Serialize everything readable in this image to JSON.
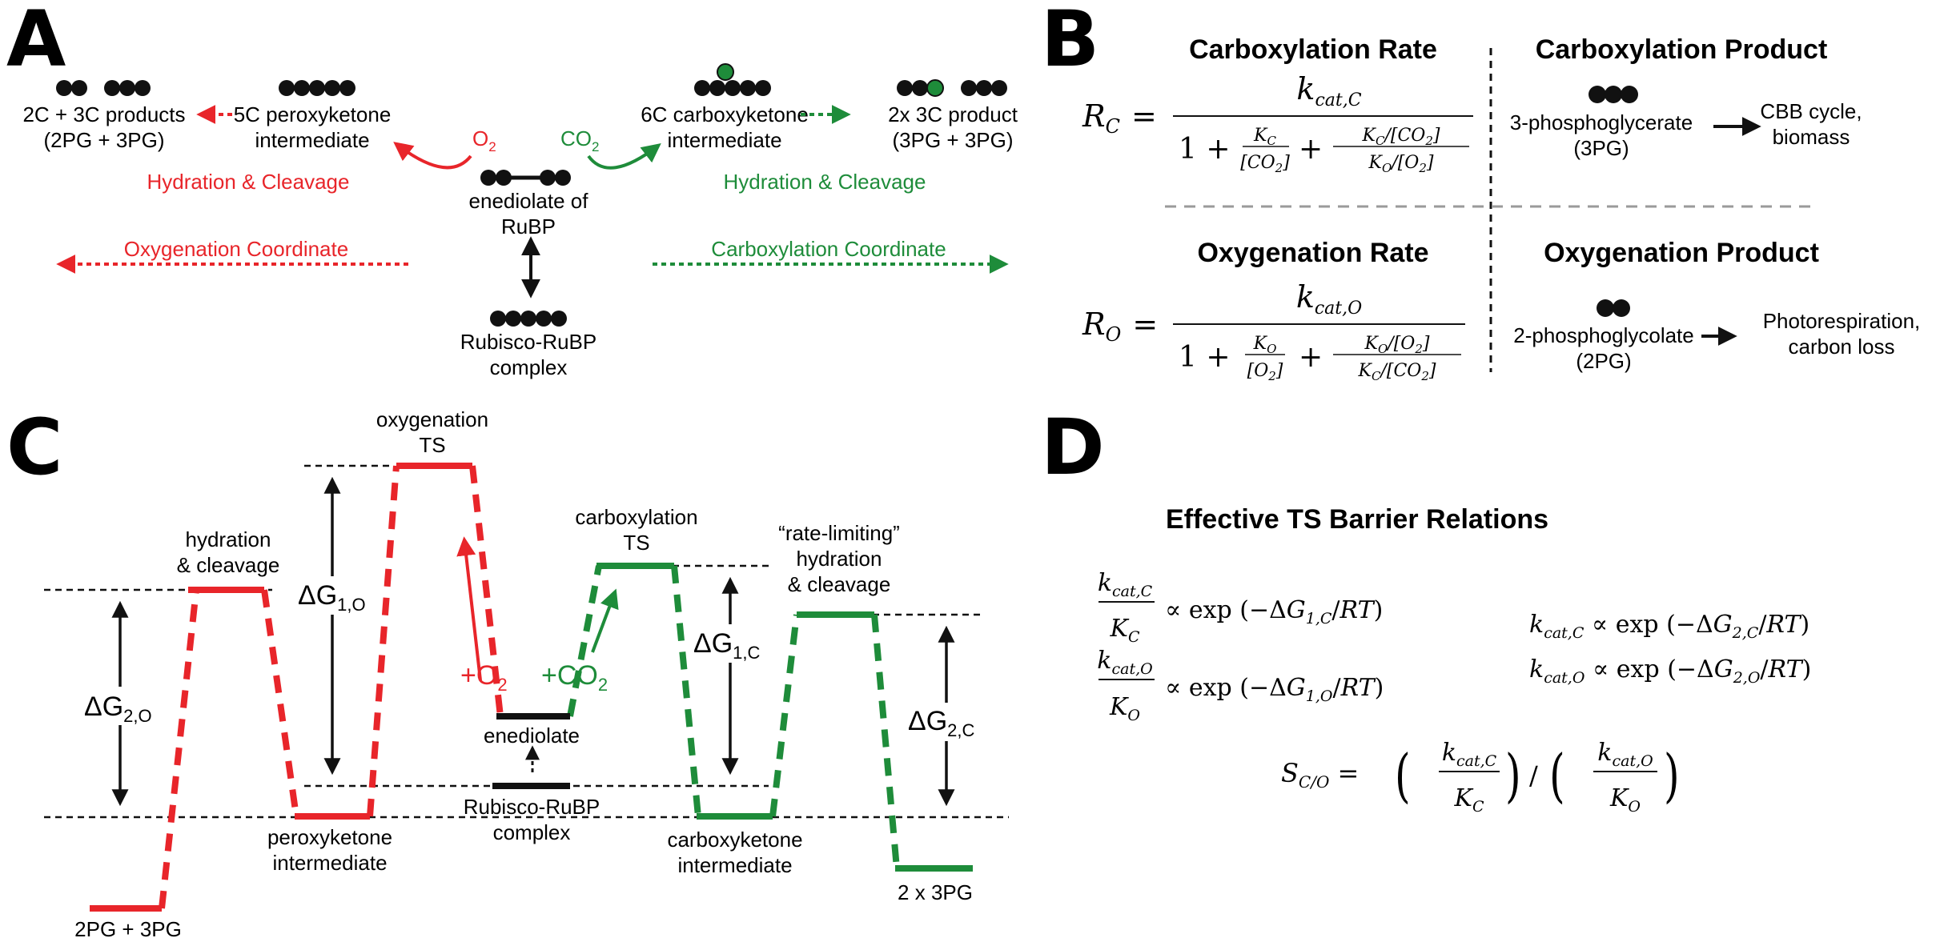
{
  "colors": {
    "red": "#e8252a",
    "green": "#1e8c3a",
    "black": "#111111",
    "gray": "#9a9a9a"
  },
  "panel_a": {
    "label": "A",
    "products_2c3c": "2C + 3C products",
    "products_2c3c_sub": "(2PG + 3PG)",
    "peroxy_line1": "5C peroxyketone",
    "peroxy_line2": "intermediate",
    "o2": "O",
    "o2_sub": "2",
    "co2": "CO",
    "co2_sub": "2",
    "carboxy_line1": "6C carboxyketone",
    "carboxy_line2": "intermediate",
    "product_3c_line1": "2x 3C product",
    "product_3c_line2": "(3PG + 3PG)",
    "hydration_left": "Hydration & Cleavage",
    "hydration_right": "Hydration & Cleavage",
    "enediolate_line1": "enediolate of",
    "enediolate_line2": "RuBP",
    "oxy_coord": "Oxygenation Coordinate",
    "carb_coord": "Carboxylation Coordinate",
    "rubisco_line1": "Rubisco-RuBP",
    "rubisco_line2": "complex"
  },
  "panel_b": {
    "label": "B",
    "carb_rate_title": "Carboxylation Rate",
    "carb_product_title": "Carboxylation Product",
    "oxy_rate_title": "Oxygenation Rate",
    "oxy_product_title": "Oxygenation Product",
    "pga_line1": "3-phosphoglycerate",
    "pga_line2": "(3PG)",
    "cbb_line1": "CBB cycle,",
    "cbb_line2": "biomass",
    "pg_line1": "2-phosphoglycolate",
    "pg_line2": "(2PG)",
    "photo_line1": "Photorespiration,",
    "photo_line2": "carbon loss"
  },
  "panel_c": {
    "label": "C",
    "oxy_ts_line1": "oxygenation",
    "oxy_ts_line2": "TS",
    "hydration_line1": "hydration",
    "hydration_line2": "& cleavage",
    "carb_ts_line1": "carboxylation",
    "carb_ts_line2": "TS",
    "rl_line1": "“rate-limiting”",
    "rl_line2": "hydration",
    "rl_line3": "& cleavage",
    "dg": "ΔG",
    "dg2o_sub": "2,O",
    "dg1o_sub": "1,O",
    "dg1c_sub": "1,C",
    "dg2c_sub": "2,C",
    "plus_o2": "+O",
    "plus_co2": "+CO",
    "sub2": "2",
    "enediolate": "enediolate",
    "rubisco_line1": "Rubisco-RuBP",
    "rubisco_line2": "complex",
    "peroxy_line1": "peroxyketone",
    "peroxy_line2": "intermediate",
    "carboxy_line1": "carboxyketone",
    "carboxy_line2": "intermediate",
    "pg_3pg": "2PG + 3PG",
    "two_3pg": "2 x 3PG"
  },
  "panel_d": {
    "label": "D",
    "title": "Effective TS Barrier Relations"
  }
}
